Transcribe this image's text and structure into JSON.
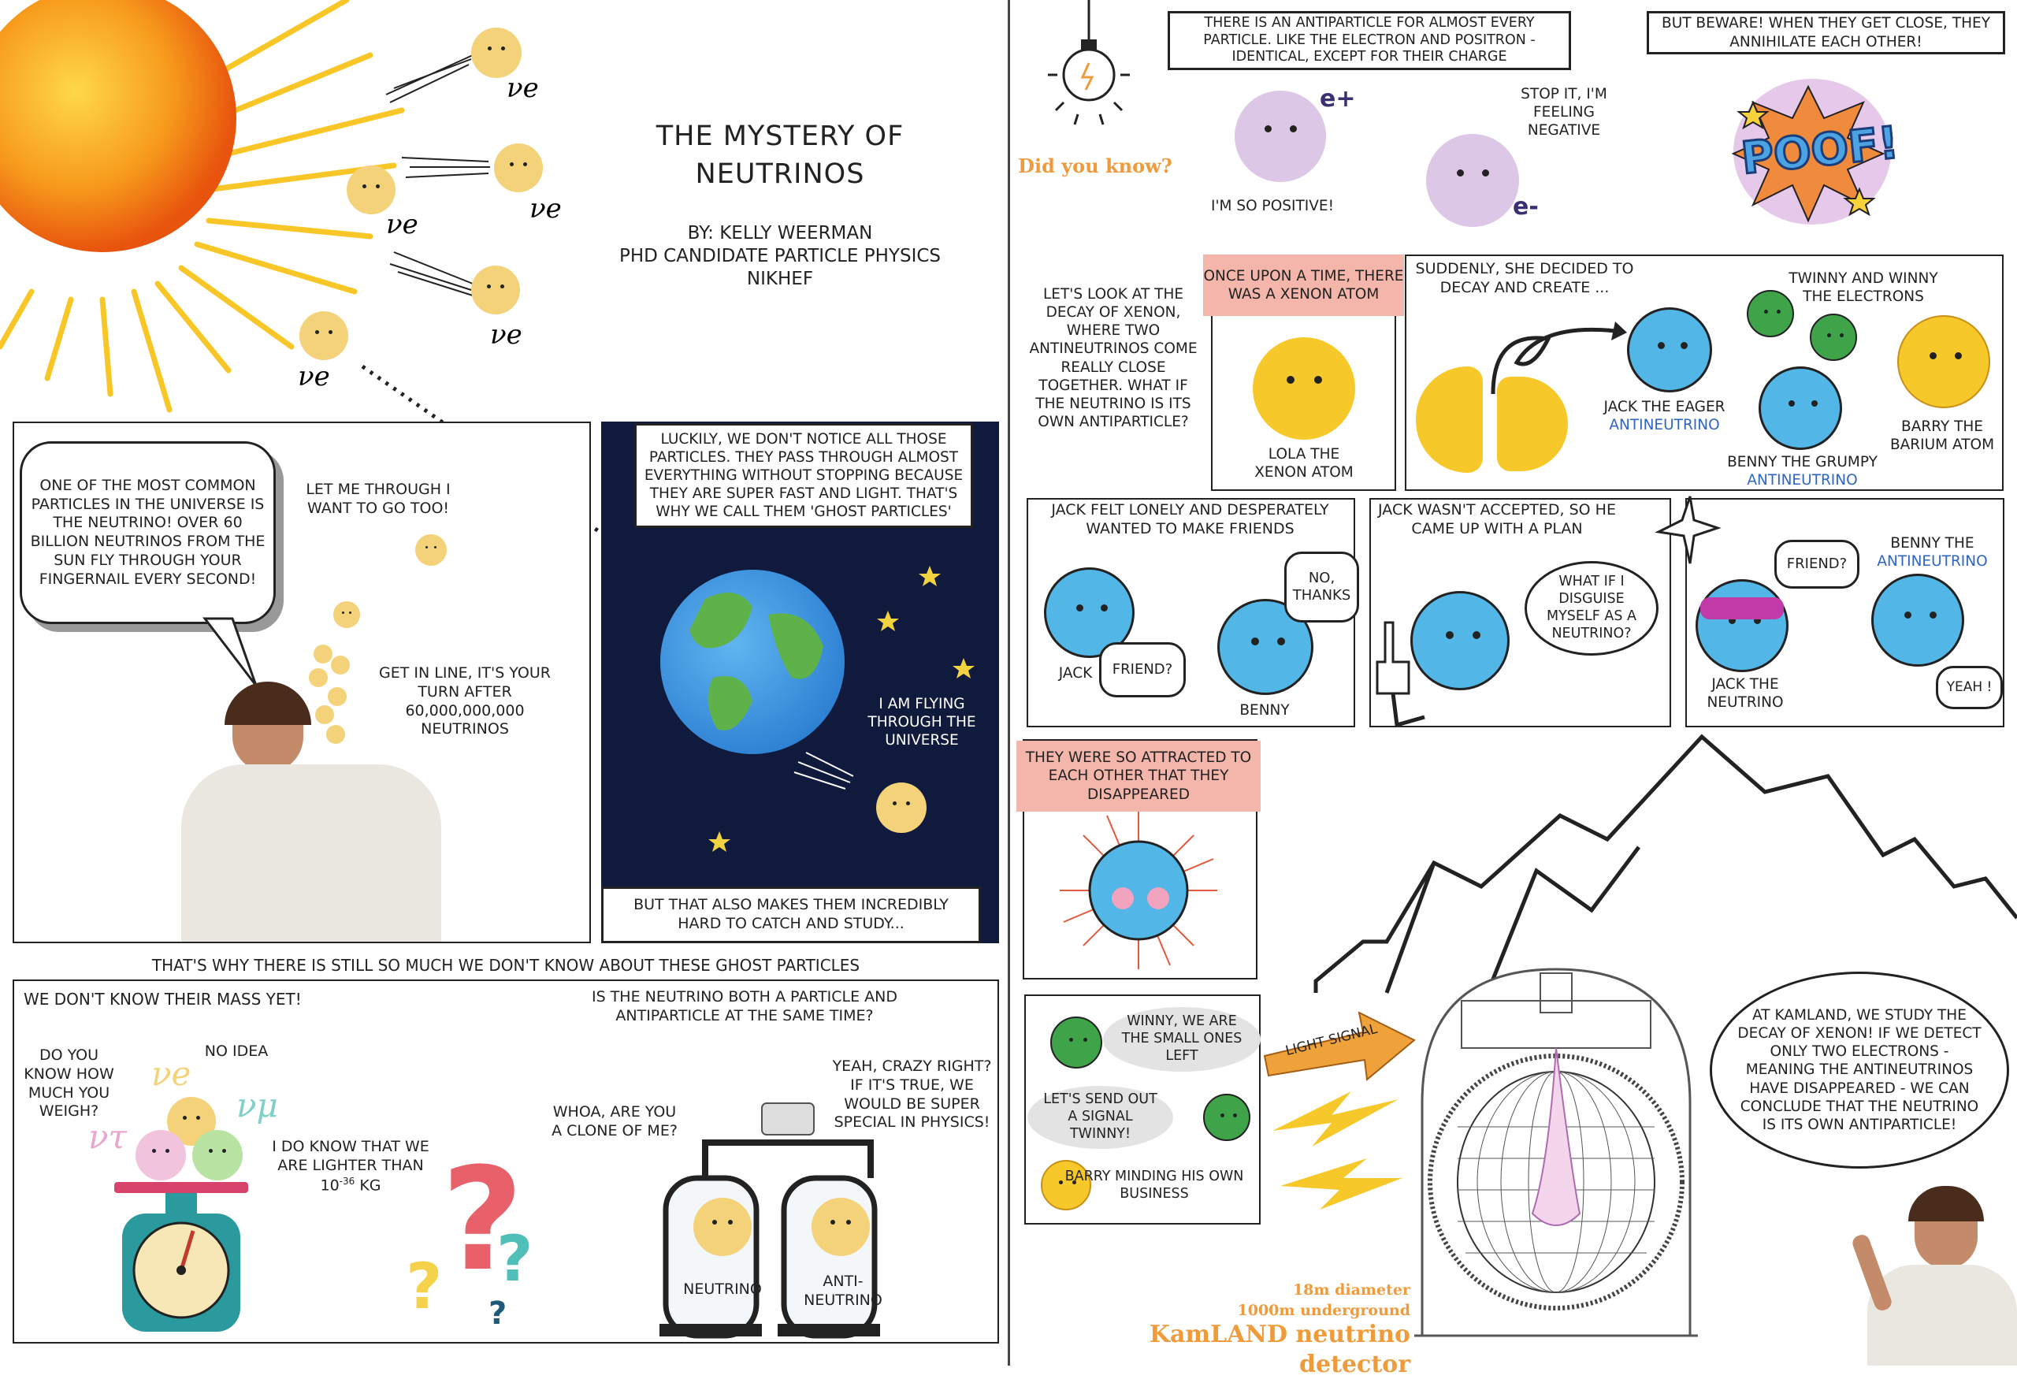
{
  "title": {
    "line1": "THE MYSTERY OF",
    "line2": "NEUTRINOS"
  },
  "byline": {
    "author": "BY: KELLY WEERMAN",
    "role": "PHD CANDIDATE PARTICLE PHYSICS",
    "institute": "NIKHEF"
  },
  "nu_labels": {
    "e": "νe",
    "mu": "νμ",
    "tau": "ντ"
  },
  "panel_finger": {
    "speech": "ONE OF THE MOST COMMON PARTICLES IN THE UNIVERSE IS THE NEUTRINO! OVER 60 BILLION NEUTRINOS FROM THE SUN FLY THROUGH YOUR FINGERNAIL EVERY SECOND!",
    "let_me_through": "LET ME THROUGH I WANT TO GO TOO!",
    "get_in_line": "GET IN LINE, IT'S YOUR TURN AFTER 60,000,000,000 NEUTRINOS"
  },
  "panel_space": {
    "caption_top": "LUCKILY, WE DON'T NOTICE ALL THOSE PARTICLES. THEY PASS THROUGH ALMOST EVERYTHING WITHOUT STOPPING BECAUSE THEY ARE SUPER FAST AND LIGHT. THAT'S WHY WE CALL THEM 'GHOST PARTICLES'",
    "flying": "I AM FLYING THROUGH THE UNIVERSE",
    "caption_bottom": "BUT THAT ALSO MAKES THEM INCREDIBLY HARD TO CATCH AND STUDY..."
  },
  "ghost_line": "THAT'S WHY THERE IS STILL SO MUCH WE DON'T KNOW ABOUT THESE GHOST PARTICLES",
  "panel_mass": {
    "mass_unknown": "WE DON'T KNOW THEIR MASS YET!",
    "do_you_know": "DO YOU KNOW HOW MUCH YOU WEIGH?",
    "no_idea": "NO IDEA",
    "lighter_a": "I DO KNOW THAT WE ARE LIGHTER THAN 10",
    "lighter_exp": "-36",
    "lighter_b": " KG",
    "both_question": "IS THE NEUTRINO BOTH A PARTICLE AND ANTIPARTICLE AT THE SAME TIME?",
    "whoa": "WHOA, ARE YOU A CLONE OF ME?",
    "crazy": "YEAH, CRAZY RIGHT? IF IT'S TRUE, WE WOULD BE SUPER SPECIAL IN PHYSICS!",
    "jar1": "NEUTRINO",
    "jar2": "ANTI-NEUTRINO"
  },
  "did_you_know": "Did you know?",
  "antiparticle": {
    "box1": "THERE IS AN ANTIPARTICLE FOR ALMOST EVERY PARTICLE. LIKE THE ELECTRON AND POSITRON - IDENTICAL, EXCEPT FOR THEIR CHARGE",
    "box2": "BUT BEWARE! WHEN THEY GET CLOSE, THEY ANNIHILATE EACH OTHER!",
    "positive": "I'M SO POSITIVE!",
    "negative": "STOP IT, I'M FEELING NEGATIVE",
    "e_plus": "e+",
    "e_minus": "e-",
    "poof": "POOF!"
  },
  "story": {
    "intro": "LET'S LOOK AT THE DECAY OF XENON, WHERE TWO ANTINEUTRINOS COME REALLY CLOSE TOGETHER. WHAT IF THE NEUTRINO IS ITS OWN ANTIPARTICLE?",
    "once": "ONCE UPON A TIME, THERE WAS A XENON ATOM",
    "lola": "LOLA THE XENON ATOM",
    "suddenly": "SUDDENLY, SHE DECIDED TO DECAY AND CREATE ...",
    "twinny": "TWINNY AND WINNY THE ELECTRONS",
    "jack_eager_a": "JACK THE EAGER",
    "jack_eager_b": "ANTINEUTRINO",
    "benny_grumpy_a": "BENNY THE GRUMPY",
    "benny_grumpy_b": "ANTINEUTRINO",
    "barry": "BARRY THE BARIUM ATOM",
    "lonely": "JACK FELT LONELY AND DESPERATELY WANTED TO MAKE FRIENDS",
    "no_thanks": "NO, THANKS",
    "jack": "JACK",
    "friend": "FRIEND?",
    "benny": "BENNY",
    "not_accepted": "JACK WASN'T ACCEPTED, SO HE CAME UP WITH A PLAN",
    "disguise": "WHAT IF I DISGUISE MYSELF AS A NEUTRINO?",
    "friend2": "FRIEND?",
    "benny_the": "BENNY THE",
    "benny_anti": "ANTINEUTRINO",
    "jack_neutrino": "JACK THE NEUTRINO",
    "yeah": "YEAH !",
    "attracted": "THEY WERE SO ATTRACTED TO EACH OTHER THAT THEY DISAPPEARED",
    "winny": "WINNY, WE ARE THE SMALL ONES LEFT",
    "send": "LET'S SEND OUT A SIGNAL TWINNY!",
    "barry_minding": "BARRY MINDING HIS OWN BUSINESS",
    "light_signal": "LIGHT SIGNAL"
  },
  "kamland": {
    "speech": "AT KAMLAND, WE STUDY THE DECAY OF XENON! IF WE DETECT ONLY TWO ELECTRONS - MEANING THE ANTINEUTRINOS HAVE DISAPPEARED - WE CAN CONCLUDE THAT THE NEUTRINO IS ITS OWN ANTIPARTICLE!",
    "diameter": "18m diameter",
    "underground": "1000m underground",
    "detector": "KamLAND neutrino detector"
  },
  "colors": {
    "orange": "#ef9b3c",
    "neutrino": "#f3d27a",
    "blue_face": "#52b6e6",
    "green_face": "#3fa34a",
    "pink_box": "#f4b6aa",
    "space": "#101a3c",
    "anti_blue": "#2f66c4"
  }
}
